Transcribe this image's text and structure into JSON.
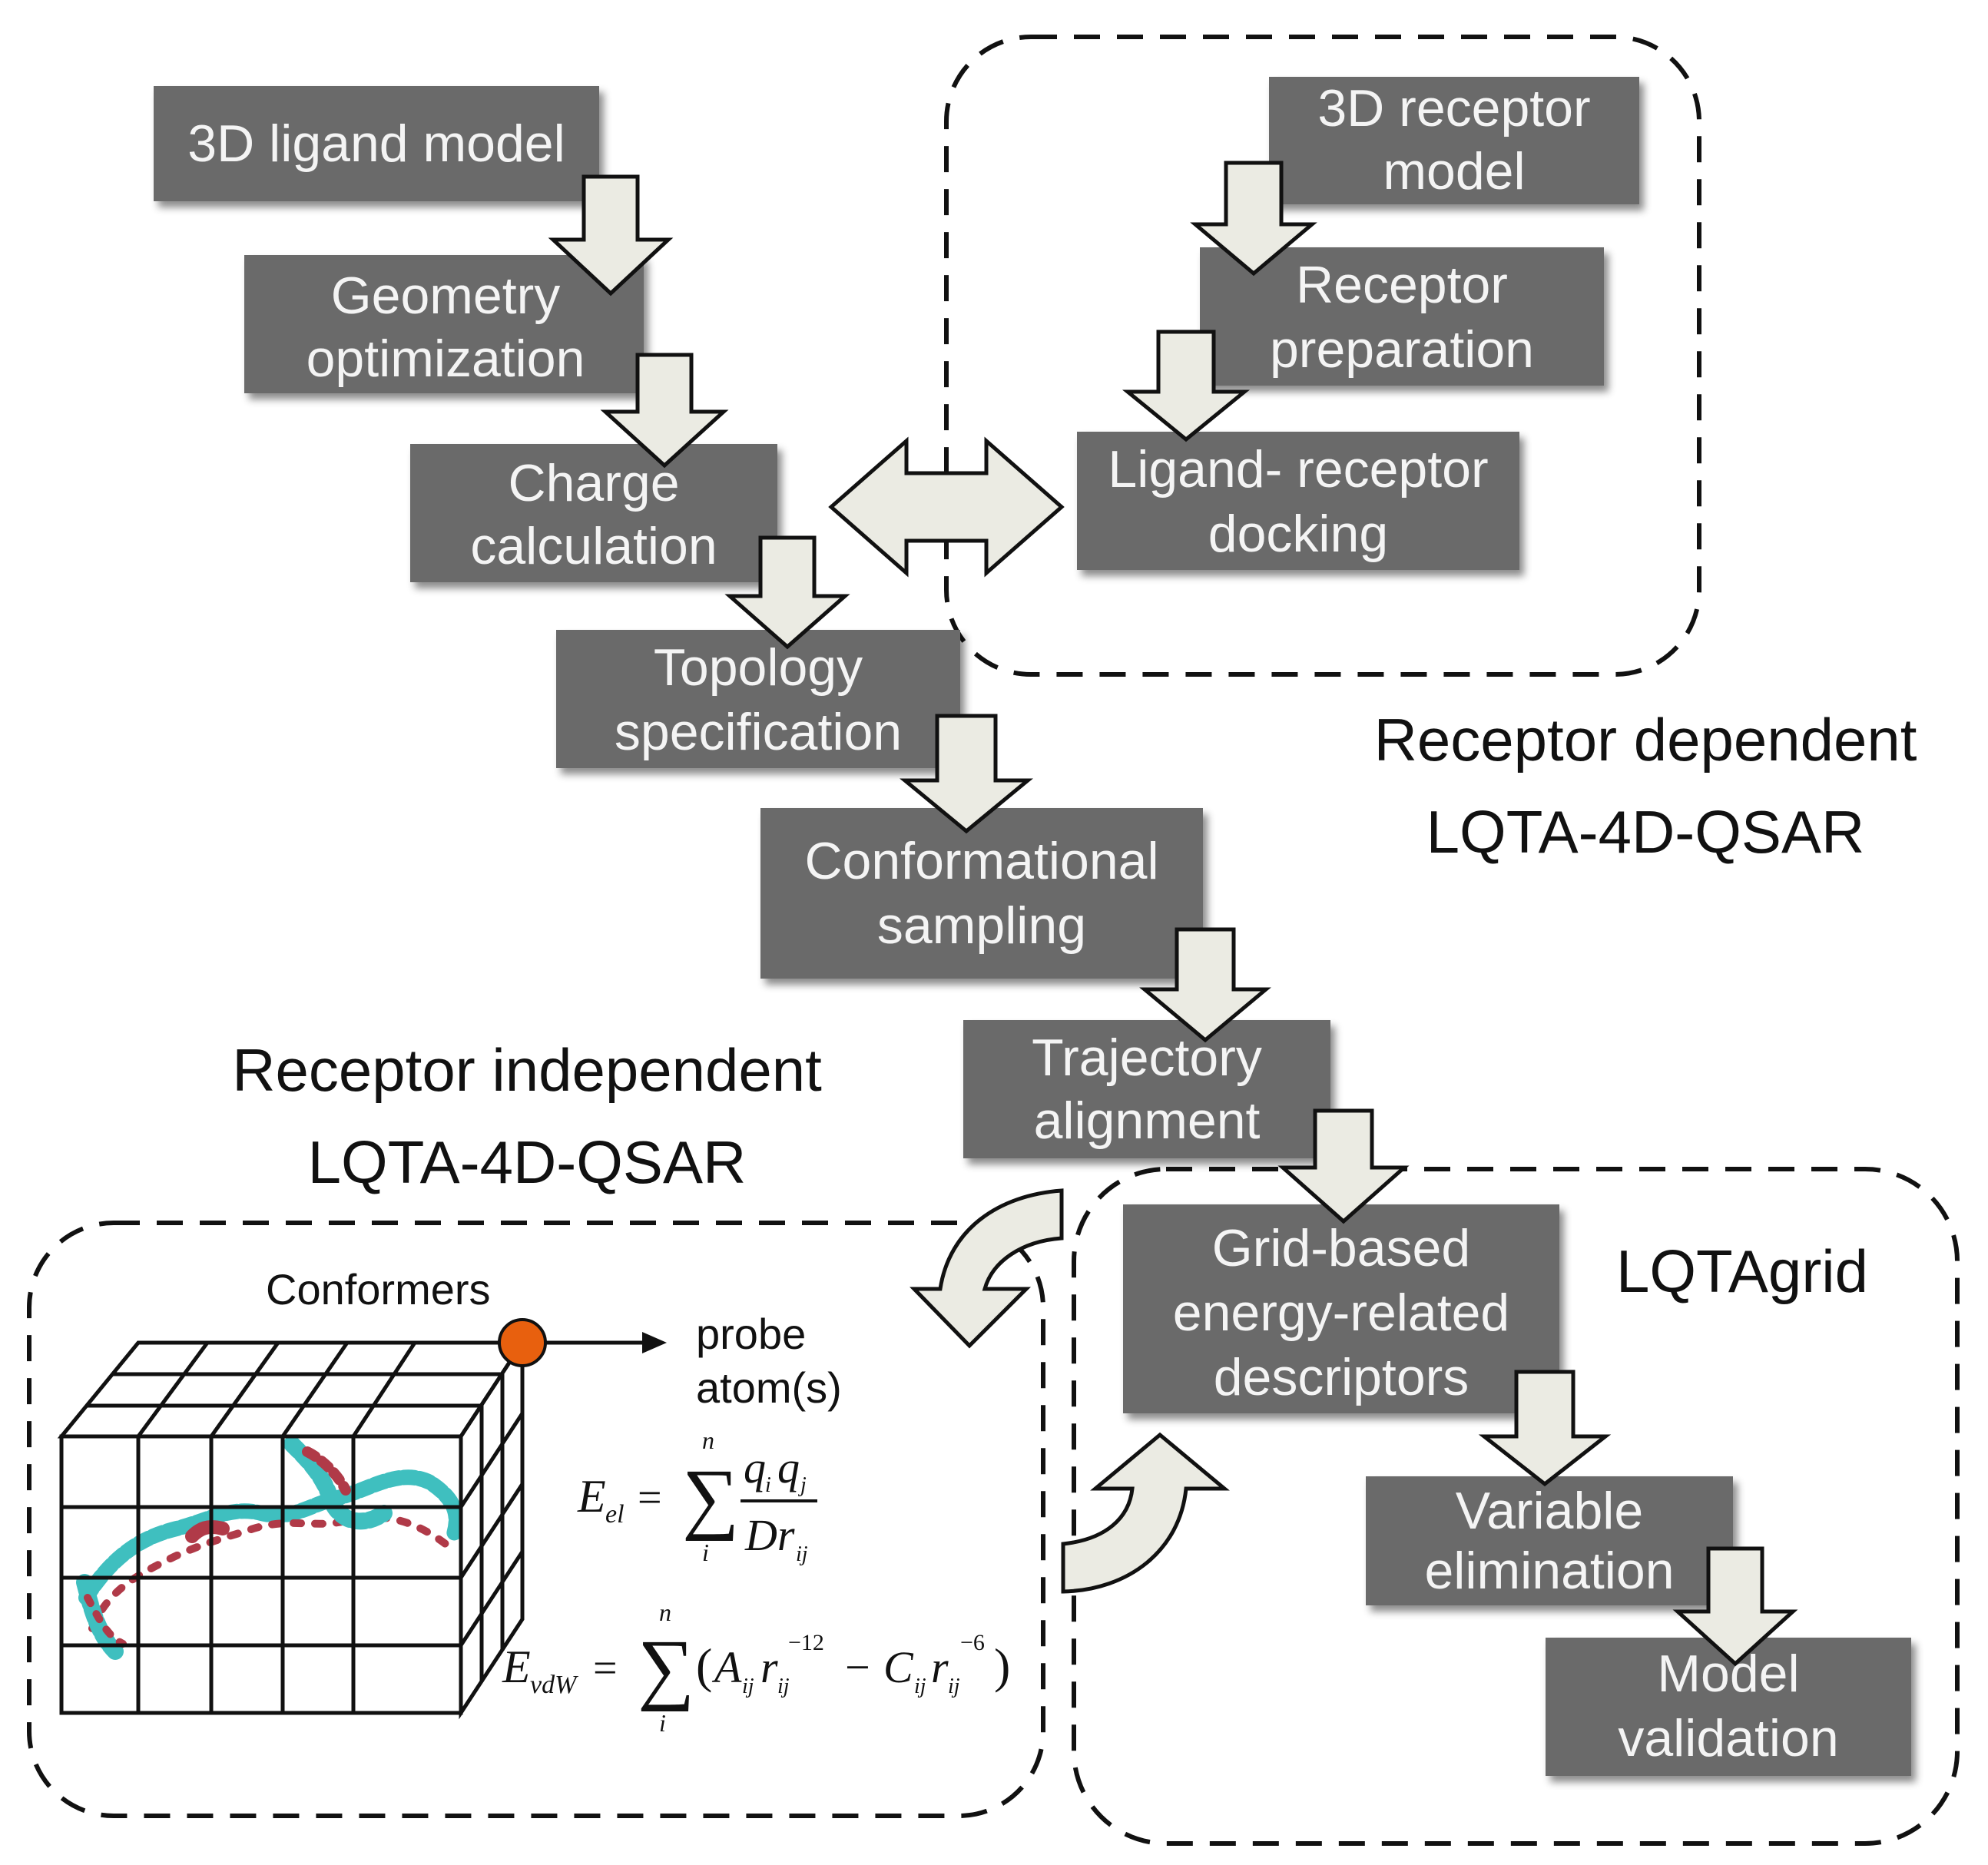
{
  "boxes": {
    "ligand_model": [
      "3D ligand model"
    ],
    "geometry_optimization": [
      "Geometry",
      "optimization"
    ],
    "charge_calculation": [
      "Charge",
      "calculation"
    ],
    "topology_specification": [
      "Topology",
      "specification"
    ],
    "conformational_sampling": [
      "Conformational",
      "sampling"
    ],
    "trajectory_alignment": [
      "Trajectory",
      "alignment"
    ],
    "receptor_model": [
      "3D receptor",
      "model"
    ],
    "receptor_preparation": [
      "Receptor",
      "preparation"
    ],
    "docking": [
      "Ligand- receptor",
      "docking"
    ],
    "grid_descriptors": [
      "Grid-based",
      "energy-related",
      "descriptors"
    ],
    "variable_elimination": [
      "Variable",
      "elimination"
    ],
    "model_validation": [
      "Model",
      "validation"
    ]
  },
  "labels": {
    "receptor_dependent": [
      "Receptor dependent",
      "LQTA-4D-QSAR"
    ],
    "receptor_independent": [
      "Receptor independent",
      "LQTA-4D-QSAR"
    ],
    "lqtagrid": "LQTAgrid",
    "conformers": "Conformers",
    "probe": [
      "probe",
      "atom(s)"
    ]
  },
  "colors": {
    "box_fill": "#6b6b6b",
    "box_text": "#f4f4f4",
    "arrow_fill": "#ebebe3",
    "probe_atom": "#e8600e",
    "molecule_cyan": "#3fbfbf",
    "molecule_red": "#b03a48"
  }
}
